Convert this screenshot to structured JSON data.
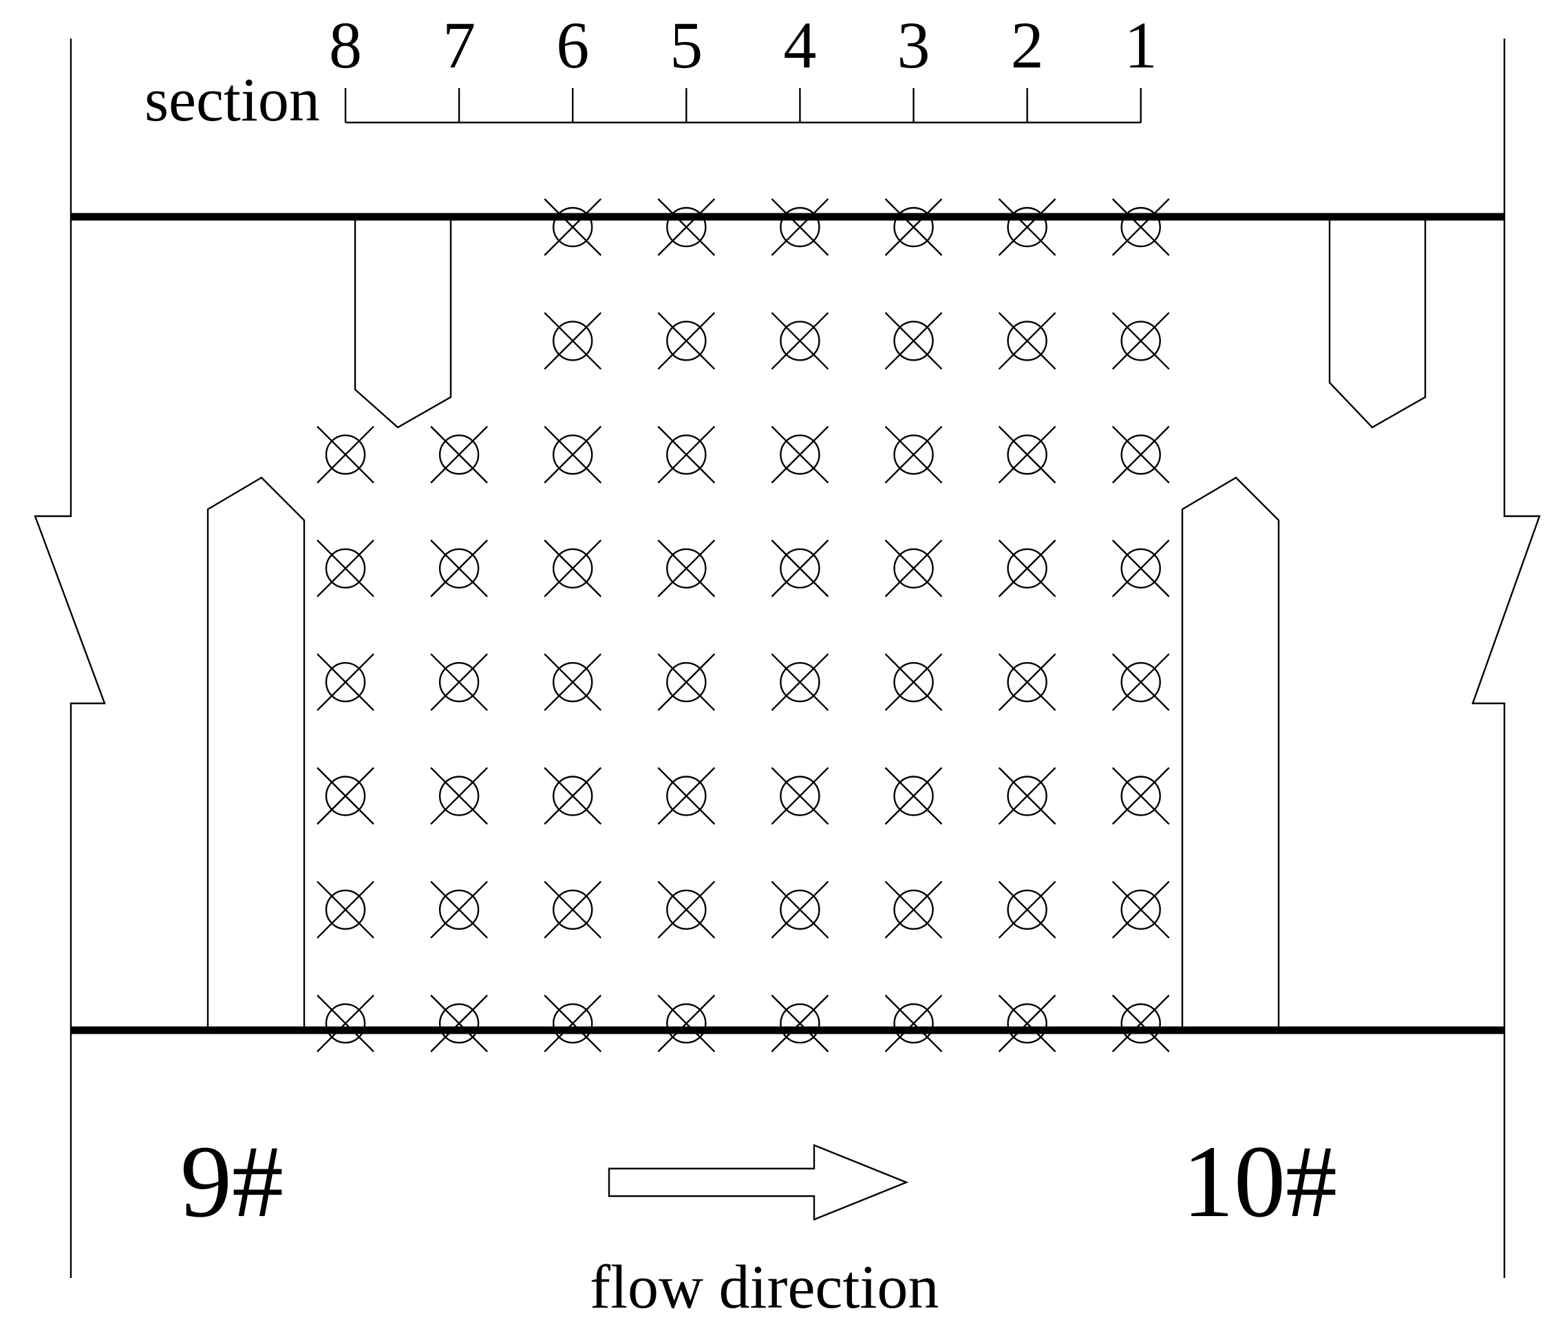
{
  "section_label": "section",
  "section_numbers": [
    "8",
    "7",
    "6",
    "5",
    "4",
    "3",
    "2",
    "1"
  ],
  "left_gate_label": "9#",
  "right_gate_label": "10#",
  "flow_label": "flow direction",
  "point_rows": [
    [
      "6",
      "5",
      "4",
      "3",
      "2",
      "1"
    ],
    [
      "6",
      "5",
      "4",
      "3",
      "2",
      "1"
    ],
    [
      "8",
      "7",
      "6",
      "5",
      "4",
      "3",
      "2",
      "1"
    ],
    [
      "8",
      "7",
      "6",
      "5",
      "4",
      "3",
      "2",
      "1"
    ],
    [
      "8",
      "7",
      "6",
      "5",
      "4",
      "3",
      "2",
      "1"
    ],
    [
      "8",
      "7",
      "6",
      "5",
      "4",
      "3",
      "2",
      "1"
    ],
    [
      "8",
      "7",
      "6",
      "5",
      "4",
      "3",
      "2",
      "1"
    ],
    [
      "8",
      "7",
      "6",
      "5",
      "4",
      "3",
      "2",
      "1"
    ]
  ],
  "colors": {
    "line": "#000000",
    "background": "#ffffff"
  }
}
